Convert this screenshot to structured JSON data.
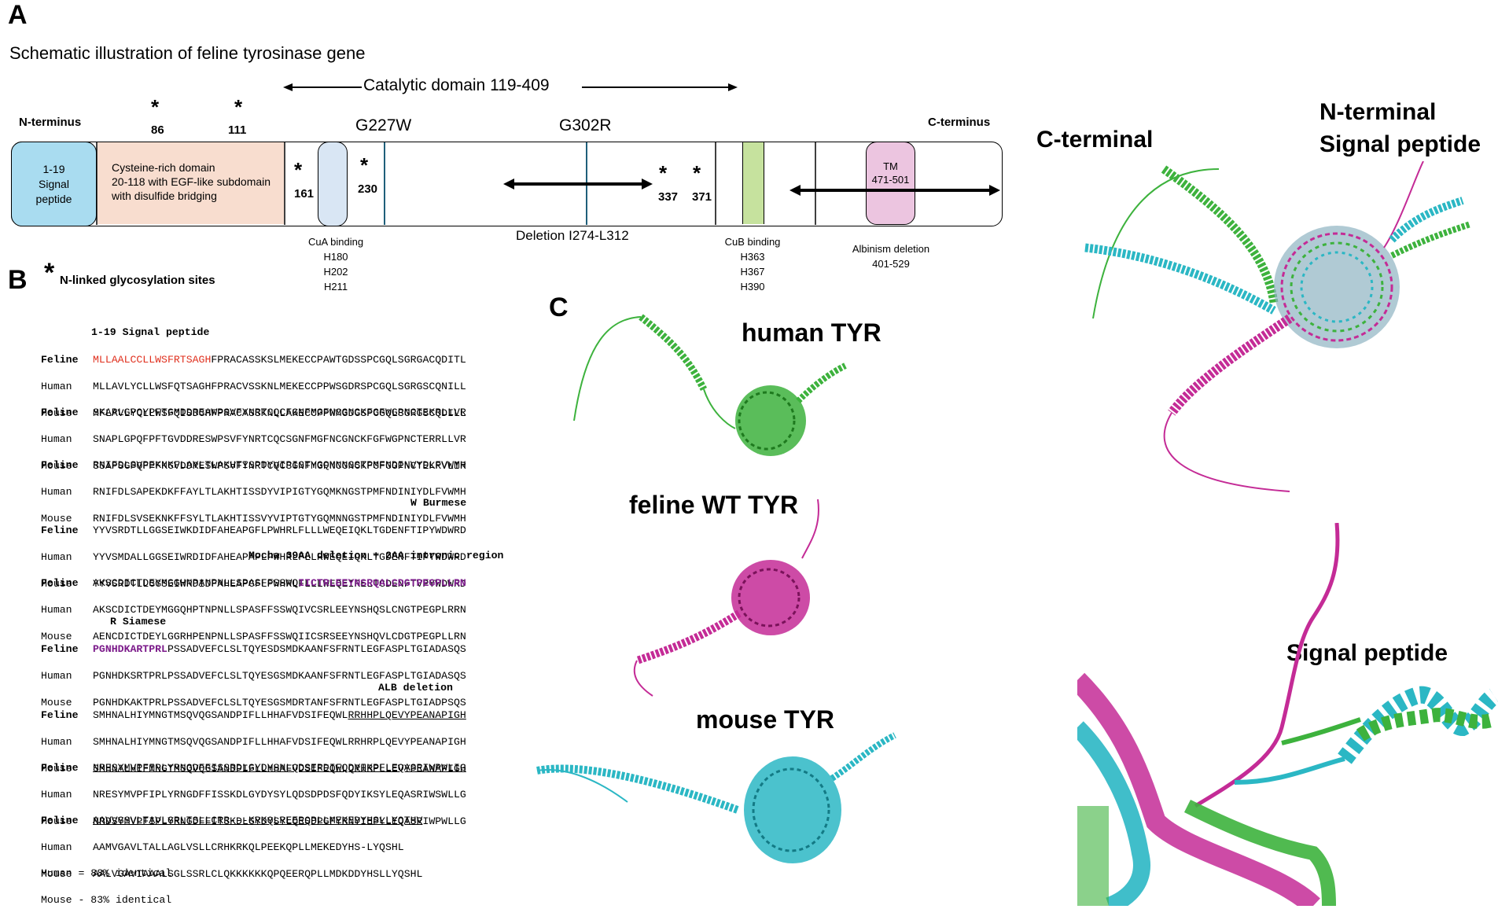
{
  "panelA": {
    "letter": "A",
    "title": "Schematic illustration of feline tyrosinase gene",
    "catalytic": "Catalytic domain 119-409",
    "n_terminus": "N-terminus",
    "c_terminus": "C-terminus",
    "mut1": "G227W",
    "mut2": "G302R",
    "signal": [
      "1-19",
      "Signal",
      "peptide"
    ],
    "cys_domain": [
      "Cysteine-rich domain",
      "20-118 with EGF-like subdomain",
      "with disulfide bridging"
    ],
    "tm": [
      "TM",
      "471-501"
    ],
    "glyco_sites": [
      "86",
      "111",
      "161",
      "230",
      "337",
      "371"
    ],
    "cua": [
      "CuA binding",
      "H180",
      "H202",
      "H211"
    ],
    "deletion": "Deletion I274-L312",
    "cub": [
      "CuB binding",
      "H363",
      "H367",
      "H390"
    ],
    "albinism": [
      "Albinism deletion",
      "401-529"
    ],
    "glyco_legend": "N-linked glycosylation sites",
    "star": "*"
  },
  "panelB": {
    "letter": "B",
    "signal_header": "1-19 Signal peptide",
    "burmese_header": "W Burmese",
    "mocha_header": "Mocha 39AA deletion + 2AA intronic region",
    "siamese_header": "R Siamese",
    "alb_header": "ALB deletion",
    "labels": [
      "Feline",
      "Human",
      "Mouse"
    ],
    "blocks": [
      {
        "feline_red": "MLLAALCCLLWSFRTSAGH",
        "feline": "FPRACASSKSLMEKECCPAWTGDSSPCGQLSGRGACQDITL",
        "human": "MLLAVLYCLLWSFQTSAGHFPRACVSSKNLMEKECCPPWSGDRSPCGQLSGRGSCQNILL",
        "mouse": "MFLAVLYCLLWSFQISDGHFPRACASSKNLLAKECCPPWMGDGSPCGQLSGRGSCQDILL"
      },
      {
        "feline": "SKAPLGPQYPFTGMDDREAWPSVFYNRTCQCFGNFMGFNCGNCKFGFWGPNCTEKRLLVR",
        "human": "SNAPLGPQFPFTGVDDRESWPSVFYNRTCQCSGNFMGFNCGNCKFGFWGPNCTERRLLVR",
        "mouse": "SSAPSGPQFPFKGVDDRESWPSVFYNRTCQCSGNFMGFNCGNCKFGFGGPNCTEKRVLIR"
      },
      {
        "feline": "RNIFDLSVPEKNKFLAYLTLAKHTISPDYVIPIGTYGQMNNGSTPMFNDINVYDLFVWMH",
        "human": "RNIFDLSAPEKDKFFAYLTLAKHTISSDYVIPIGTYGQMKNGSTPMFNDINIYDLFVWMH",
        "mouse": "RNIFDLSVSEKNKFFSYLTLAKHTISSVYVIPTGTYGQMNNGSTPMFNDINIYDLFVWMH"
      },
      {
        "feline": "YYVSRDTLLGGSEIWKDIDFAHEAPGFLPWHRLFLLLWEQEIQKLTGDENFTIPYWDWRD",
        "human": "YYVSMDALLGGSEIWRDIDFAHEAPAFLPWHRLFLLRWEQEIQKLTGDENFTIPYWDWRD",
        "mouse": "YYVSRDTLLGGSEIWRDIDFAHEAPGFLPWHRLFLLLWEQEIRELTGDENFTVPYWDWRD"
      },
      {
        "feline": "AKSCDICTDEYMGGHNPANPNLLSPASFFSSWQ",
        "feline_purple": "IICTRLEEYNSRQALCDGTPEGPLLRN",
        "human": "AKSCDICTDEYMGGQHPTNPNLLSPASFFSSWQIVCSRLEEYNSHQSLCNGTPEGPLRRN",
        "mouse": "AENCDICTDEYLGGRHPENPNLLSPASFFSSWQIICSRSEEYNSHQVLCDGTPEGPLLRN"
      },
      {
        "feline_purple": "PGNHDKARTPRL",
        "feline": "PSSADVEFCLSLTQYESDSMDKAANFSFRNTLEGFASPLTGIADASQS",
        "human": "PGNHDKSRTPRLPSSADVEFCLSLTQYESGSMDKAANFSFRNTLEGFASPLTGIADASQS",
        "mouse": "PGNHDKAKTPRLPSSADVEFCLSLTQYESGSMDRTANFSFRNTLEGFASPLTGIADPSQS"
      },
      {
        "feline": "SMHNALHIYMNGTMSQVQGSANDPIFLLHHAFVDSIFEQWL",
        "feline_u": "RRHHPLQEVYPEANAPIGH",
        "human": "SMHNALHIYMNGTMSQVQGSANDPIFLLHHAFVDSIFEQWLRRHRPLQEVYPEANAPIGH",
        "mouse": "SMHNALHIFMNGTMSQVQGSANDPIFLLHHAFVDSIFEQWLQRHRPLLEVYPEANAPIGH"
      },
      {
        "feline_u": "NRESYMVPFIPLYRNGDFFISSRDLGYDYSNLQDSERDIFQDYIKPFLEQASRIWPWLIG",
        "human": "NRESYMVPFIPLYRNGDFFISSKDLGYDYSYLQDSDPDSFQDYIKSYLEQASRIWSWLLG",
        "mouse": "NRDSYMVPFIPLYRNGDFFITSKDLGYDYSYLQESDPGFYRNYIEPYLEQASRIWPWLLG"
      },
      {
        "feline_u": "AAVVGSVLTAVLGRLTSLLCRR---KRKQLREERQPLLMEKEDYHSLLYQTHV",
        "human": "AAMVGAVLTALLAGLVSLLCRHKRKQLPEEKQPLLMEKEDYHS-LYQSHL",
        "mouse": "AALVGAVIAAALSGLSSRLCLQKKKKKKQPQEERQPLLMDKDDYHSLLYQSHL"
      }
    ],
    "identity": [
      "Human = 88% identical",
      "Mouse - 83% identical"
    ]
  },
  "panelC": {
    "letter": "C",
    "human": "human TYR",
    "feline": "feline WT TYR",
    "mouse": "mouse TYR"
  },
  "right": {
    "c_terminal": "C-terminal",
    "n_terminal": [
      "N-terminal",
      "Signal peptide"
    ],
    "signal": "Signal peptide"
  },
  "colors": {
    "signal_box": "#a9dcf0",
    "cys_box": "#f8ddcf",
    "cua_box": "#d9e6f4",
    "cub_box": "#c6e29e",
    "tm_box": "#ecc5e0",
    "green": "#3db23d",
    "magenta": "#c42b96",
    "cyan": "#2bb7c4"
  }
}
